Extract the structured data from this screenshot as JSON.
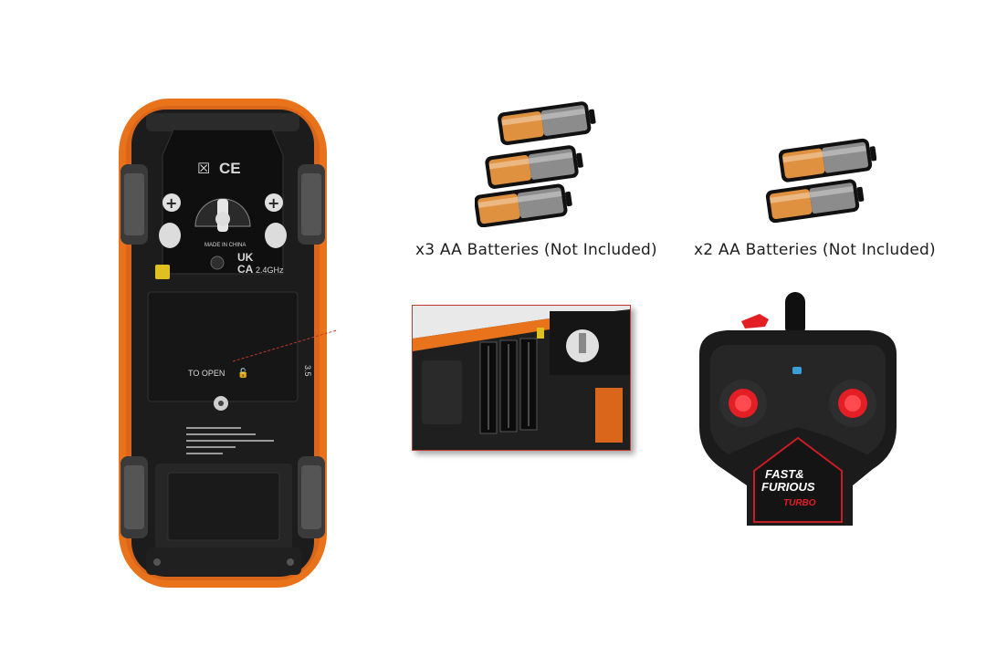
{
  "captions": {
    "batteries_car": "x3 AA Batteries (Not Included)",
    "batteries_remote": "x2 AA Batteries (Not Included)"
  },
  "car": {
    "ukca_top": "UK",
    "ukca_bottom": "CA",
    "frequency": "2.4GHz",
    "open_label": "TO OPEN",
    "made_in": "MADE IN CHINA",
    "side_code": "3.5"
  },
  "remote": {
    "brand_line1": "FAST&",
    "brand_line2": "FURIOUS",
    "sub_brand": "TURBO"
  },
  "colors": {
    "car_orange": "#e8731a",
    "battery_copper": "#d9873a",
    "battery_gray": "#8a8a8a",
    "remote_black": "#1b1b1b",
    "knob_red": "#e31e24",
    "callout_red": "#c0392b"
  },
  "icons": {
    "battery": "battery-icon",
    "plus": "plus-icon",
    "lock": "lock-icon"
  }
}
